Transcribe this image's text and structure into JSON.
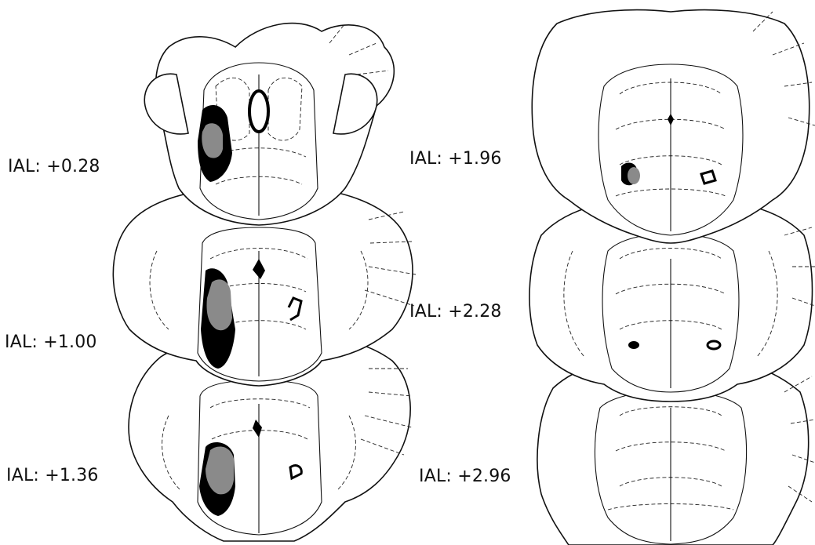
{
  "sections": [
    {
      "id": "s028",
      "label": "IAL: +0.28",
      "column": "left"
    },
    {
      "id": "s100",
      "label": "IAL: +1.00",
      "column": "left"
    },
    {
      "id": "s136",
      "label": "IAL: +1.36",
      "column": "left"
    },
    {
      "id": "s196",
      "label": "IAL: +1.96",
      "column": "right"
    },
    {
      "id": "s228",
      "label": "IAL: +2.28",
      "column": "right"
    },
    {
      "id": "s296",
      "label": "IAL: +2.96",
      "column": "right"
    }
  ],
  "colors": {
    "outline": "#111111",
    "lesion_maximal": "#000000",
    "lesion_minimal": "#8a8a8a",
    "background": "#ffffff"
  }
}
